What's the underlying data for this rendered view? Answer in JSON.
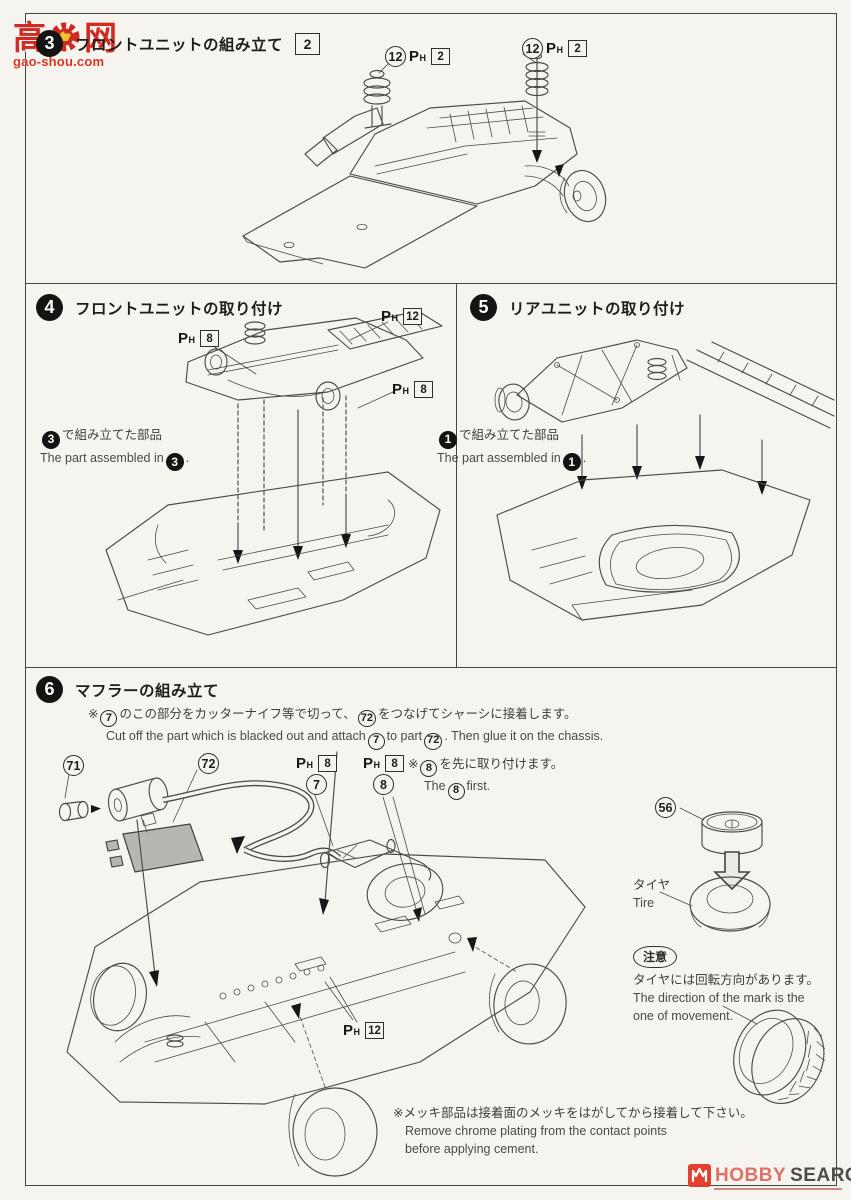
{
  "watermark": {
    "char1": "高",
    "char2": "网",
    "url": "gao-shou.com"
  },
  "glyphs": {
    "p": "P",
    "h": "H"
  },
  "steps": {
    "s3": {
      "num": "3",
      "title": "フロントユニットの組み立て",
      "qty": "2",
      "screw_part": "12",
      "screw_size": "2"
    },
    "s4": {
      "num": "4",
      "title": "フロントユニットの取り付け",
      "size_a": "8",
      "size_b": "12",
      "size_c": "8",
      "note_ref": "3",
      "note_jp": "で組み立てた部品",
      "note_en": "The part assembled in",
      "dot": "."
    },
    "s5": {
      "num": "5",
      "title": "リアユニットの取り付け",
      "note_ref": "1",
      "note_jp": "で組み立てた部品",
      "note_en": "The part assembled in",
      "dot": "."
    },
    "s6": {
      "num": "6",
      "title": "マフラーの組み立て",
      "cut": {
        "mark": "※",
        "part_a": "7",
        "jp1": "のこの部分をカッターナイフ等で切って、",
        "part_b": "72",
        "jp2": "をつなげてシャーシに接着します。",
        "en1": "Cut off the part which is blacked out and attach",
        "en2": "to part",
        "en3": ". Then glue it on the chassis."
      },
      "first": {
        "mark": "※",
        "part": "8",
        "jp": "を先に取り付けます。",
        "en1": "The",
        "en2": "first."
      },
      "parts": {
        "p71": "71",
        "p72": "72",
        "p7": "7",
        "p8": "8",
        "p56": "56"
      },
      "size_8": "8",
      "size_12": "12",
      "tire": {
        "jp": "タイヤ",
        "en": "Tire"
      },
      "caution": {
        "badge": "注意",
        "jp": "タイヤには回転方向があります。",
        "en1": "The direction of the mark is the",
        "en2": "one of movement."
      }
    }
  },
  "footer": {
    "note_jp": "※メッキ部品は接着面のメッキをはがしてから接着して下さい。",
    "note_en1": "Remove chrome plating from the contact points",
    "note_en2": "before applying cement.",
    "brand1": "HOBBY",
    "brand2": "SEARCH"
  }
}
